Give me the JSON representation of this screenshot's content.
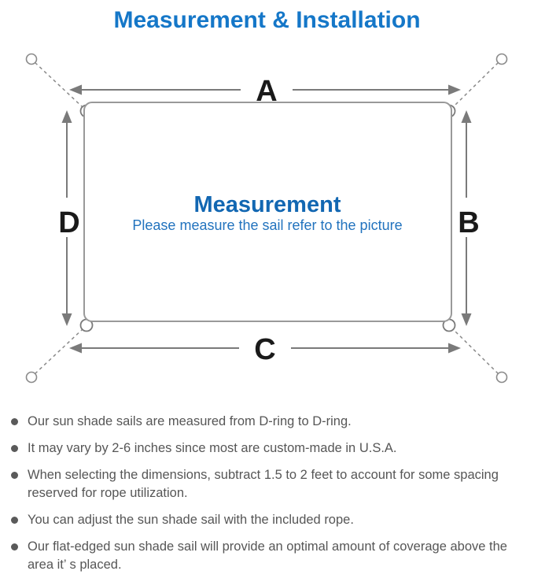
{
  "page": {
    "title": "Measurement & Installation"
  },
  "diagram": {
    "center_title": "Measurement",
    "center_subtitle": "Please measure the sail refer to the picture",
    "labels": {
      "top": "A",
      "right": "B",
      "bottom": "C",
      "left": "D"
    },
    "colors": {
      "title_blue": "#1577c8",
      "center_title_blue": "#1267b2",
      "center_subtitle_blue": "#2273be",
      "line_gray": "#7a7a7a",
      "dimension_letter_black": "#1a1a1a",
      "body_text_gray": "#565656"
    }
  },
  "bullets": [
    "Our sun shade sails are measured from D-ring to D-ring.",
    "It may vary by 2-6 inches since most are custom-made in U.S.A.",
    "When selecting the dimensions, subtract 1.5 to 2 feet to account for some spacing reserved for rope utilization.",
    "You can adjust the sun shade sail with the included rope.",
    "Our flat-edged sun shade sail will provide an optimal amount of coverage above the area it’ s placed."
  ]
}
